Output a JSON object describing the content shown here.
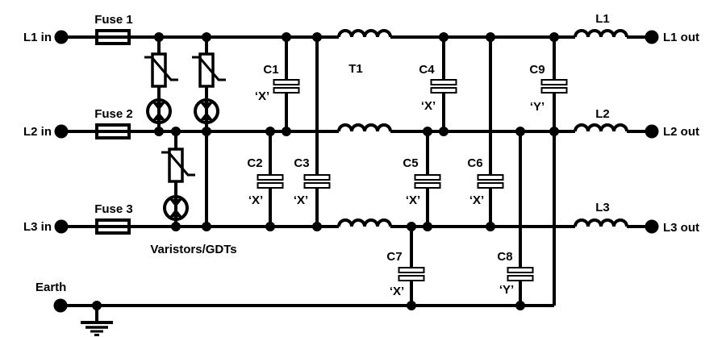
{
  "diagram": {
    "terminals": {
      "l1_in": "L1 in",
      "l2_in": "L2 in",
      "l3_in": "L3 in",
      "earth": "Earth",
      "l1_out": "L1 out",
      "l2_out": "L2 out",
      "l3_out": "L3 out"
    },
    "fuses": {
      "fuse1": "Fuse 1",
      "fuse2": "Fuse 2",
      "fuse3": "Fuse 3"
    },
    "inductors": {
      "t1": "T1",
      "l1": "L1",
      "l2": "L2",
      "l3": "L3"
    },
    "capacitors": {
      "c1": {
        "ref": "C1",
        "class": "‘X’"
      },
      "c2": {
        "ref": "C2",
        "class": "‘X’"
      },
      "c3": {
        "ref": "C3",
        "class": "‘X’"
      },
      "c4": {
        "ref": "C4",
        "class": "‘X’"
      },
      "c5": {
        "ref": "C5",
        "class": "‘X’"
      },
      "c6": {
        "ref": "C6",
        "class": "‘X’"
      },
      "c7": {
        "ref": "C7",
        "class": "‘X’"
      },
      "c8": {
        "ref": "C8",
        "class": "‘Y’"
      },
      "c9": {
        "ref": "C9",
        "class": "‘Y’"
      }
    },
    "protection_label": "Varistors/GDTs",
    "colors": {
      "line": "#000000",
      "background": "#ffffff"
    }
  }
}
